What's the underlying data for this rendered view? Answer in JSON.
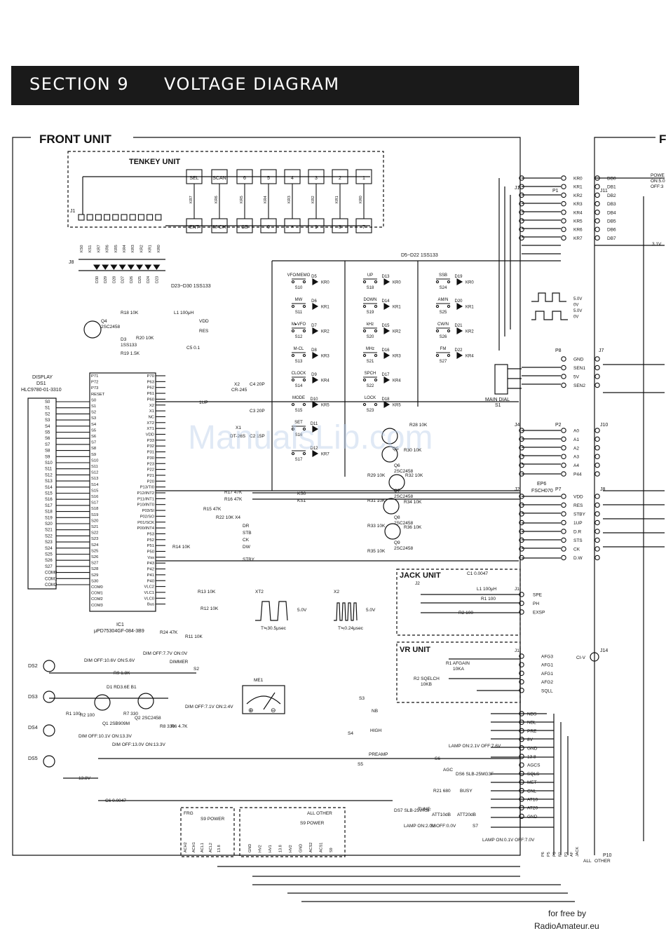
{
  "header": {
    "section": "SECTION 9",
    "title": "VOLTAGE DIAGRAM"
  },
  "units": {
    "front": "FRONT UNIT",
    "right_partial": "F",
    "tenkey": "TENKEY UNIT",
    "jack": "JACK UNIT",
    "vr": "VR UNIT"
  },
  "tenkey_keys": {
    "top": [
      "SEL",
      "SCAN",
      "6",
      "5",
      "4",
      "3",
      "2",
      "1"
    ],
    "bottom": [
      "ENT",
      "M-CH",
      "CE",
      "0",
      "•",
      "9",
      "8",
      "7"
    ],
    "kr_top": [
      "KR7",
      "KR6",
      "KR5",
      "KR4",
      "KR3",
      "KR2",
      "KR1",
      "KR0"
    ]
  },
  "j1_labels": [
    "KS0",
    "KS1",
    "KR7",
    "KR6",
    "KR5",
    "KR4",
    "KR3",
    "KR2",
    "KR1",
    "KR0"
  ],
  "connectors": {
    "j1": "J1",
    "j8": "J8",
    "p1": "P1",
    "j11": "J11",
    "p8": "P8",
    "j7": "J7",
    "j4": "J4",
    "p2": "P2",
    "j10": "J10",
    "j2": "J2",
    "p7": "P7",
    "ep6": "EP6",
    "ep6_part": "FSCH070",
    "j14": "J14",
    "p10": "P10"
  },
  "p1_pins": [
    "KR0",
    "KR1",
    "KR2",
    "KR3",
    "KR4",
    "KR5",
    "KR6",
    "KR7"
  ],
  "j11_pins": [
    "DB0",
    "DB1",
    "DB2",
    "DB3",
    "DB4",
    "DB5",
    "DB6",
    "DB7"
  ],
  "p8_pins": [
    "GND",
    "SEN1",
    "5V",
    "SEN2"
  ],
  "p2_pins": [
    "A0",
    "A1",
    "A2",
    "A3",
    "A4",
    "P44"
  ],
  "p7_pins": [
    "VDD",
    "RES",
    "STBY",
    "1UP",
    "D.R",
    "STS",
    "CK",
    "D.W"
  ],
  "diode_note_top": "D5~D22  1SS133",
  "diode_note_j8": "D23~D30  1SS133",
  "j8_diodes": [
    "D30",
    "D29",
    "D28",
    "D27",
    "D26",
    "D25",
    "D24",
    "D23"
  ],
  "switch_col1": [
    {
      "name": "VFO/MEMO",
      "sw": "S10",
      "d": "D5",
      "kr": "KR0"
    },
    {
      "name": "MW",
      "sw": "S11",
      "d": "D6",
      "kr": "KR1"
    },
    {
      "name": "M▸VFO",
      "sw": "S12",
      "d": "D7",
      "kr": "KR2"
    },
    {
      "name": "M-CL",
      "sw": "S13",
      "d": "D8",
      "kr": "KR3"
    },
    {
      "name": "CLOCK",
      "sw": "S14",
      "d": "D9",
      "kr": "KR4"
    },
    {
      "name": "MODE",
      "sw": "S15",
      "d": "D10",
      "kr": "KR5"
    },
    {
      "name": "SET",
      "sw": "S16",
      "d": "D11",
      "kr": ""
    },
    {
      "name": "",
      "sw": "S17",
      "d": "D12",
      "kr": "KR7"
    }
  ],
  "switch_col2": [
    {
      "name": "UP",
      "sw": "S18",
      "d": "D13",
      "kr": "KR0"
    },
    {
      "name": "DOWN",
      "sw": "S19",
      "d": "D14",
      "kr": "KR1"
    },
    {
      "name": "kHz",
      "sw": "S20",
      "d": "D15",
      "kr": "KR2"
    },
    {
      "name": "MHz",
      "sw": "S21",
      "d": "D16",
      "kr": "KR3"
    },
    {
      "name": "SPCH",
      "sw": "S22",
      "d": "D17",
      "kr": "KR4"
    },
    {
      "name": "LOCK",
      "sw": "S23",
      "d": "D18",
      "kr": "KR5"
    }
  ],
  "switch_col3": [
    {
      "name": "SSB",
      "sw": "S24",
      "d": "D19",
      "kr": "KR0"
    },
    {
      "name": "AM/N",
      "sw": "S25",
      "d": "D20",
      "kr": "KR1"
    },
    {
      "name": "CW/N",
      "sw": "S26",
      "d": "D21",
      "kr": "KR2"
    },
    {
      "name": "FM",
      "sw": "S27",
      "d": "D22",
      "kr": "KR4"
    }
  ],
  "main_dial": "MAIN DIAL",
  "main_dial_ref": "S1",
  "waveform_levels": [
    "5.0V",
    "0V",
    "5.0V",
    "0V"
  ],
  "display": {
    "title": "DISPLAY",
    "ref": "DS1",
    "part": "HLC9780-01-3310",
    "pins": [
      "S0",
      "S1",
      "S2",
      "S3",
      "S4",
      "S5",
      "S6",
      "S7",
      "S8",
      "S9",
      "S10",
      "S11",
      "S12",
      "S13",
      "S14",
      "S15",
      "S16",
      "S17",
      "S18",
      "S19",
      "S20",
      "S21",
      "S22",
      "S23",
      "S24",
      "S25",
      "S26",
      "S27",
      "COM0",
      "COM1",
      "COM2"
    ]
  },
  "ic1": {
    "ref": "IC1",
    "part": "μPD75304GF-084-3B9",
    "left_pins": [
      "P71",
      "P72",
      "P73",
      "RESET",
      "S0",
      "S1",
      "S2",
      "S3",
      "S4",
      "S5",
      "S6",
      "S7",
      "S8",
      "S9",
      "S10",
      "S11",
      "S12",
      "S13",
      "S14",
      "S15",
      "S16",
      "S17",
      "S18",
      "S19",
      "S20",
      "S21",
      "S22",
      "S23",
      "S24",
      "S25",
      "S26",
      "S27",
      "S28",
      "S29",
      "S30",
      "COM0",
      "COM1",
      "COM2",
      "COM3"
    ],
    "right_pins": [
      "P70",
      "P63",
      "P62",
      "P61",
      "P60",
      "X2",
      "X1",
      "NC",
      "XT2",
      "XT1",
      "VDD",
      "P33",
      "P32",
      "P31",
      "P30",
      "P23",
      "P22",
      "P21",
      "P20",
      "P13/TI0",
      "P12/INT2",
      "P11/INT1",
      "P10/INT0",
      "P03/SI",
      "P02/SO",
      "P01/SCK",
      "P00/INT4",
      "P53",
      "P52",
      "P51",
      "P50",
      "Vss",
      "P43",
      "P42",
      "P41",
      "P40",
      "VLC2",
      "VLC1",
      "VLC0",
      "Bus"
    ]
  },
  "parts": {
    "r18": "R18 10K",
    "l1": "L1 100μH",
    "vdd": "VDD",
    "res": "RES",
    "q4": "Q4",
    "q4_part": "2SC2458",
    "r20": "R20 10K",
    "d3": "D3",
    "d3_part": "1SS133",
    "r19": "R19 1.5K",
    "c5": "C5 0.1",
    "one_up": "1UP",
    "x2": "X2",
    "x2_part": "CR-245",
    "c4": "C4 20P",
    "c3": "C3 20P",
    "x1": "X1",
    "x1_part": "DT-26S",
    "c2": "C2 15P",
    "r17": "R17 47K",
    "r16": "R16 47K",
    "r15": "R15 47K",
    "r22": "R22 10K X4",
    "dr": "DR",
    "stb": "STB",
    "ck": "CK",
    "dw": "DW",
    "stby": "STBY",
    "r14": "R14 10K",
    "r13": "R13 10K",
    "r12": "R12 10K",
    "r24": "R24 47K",
    "r11": "R11 10K",
    "xt2": "XT2",
    "xt2_period": "T≒30.5μsec",
    "x2_period": "T≒0.24μsec",
    "wave_v": "5.0V",
    "r28": "R28 10K",
    "q5": "Q5",
    "r29": "R29 10K",
    "r30": "R30 10K",
    "q6": "Q6",
    "r31": "R31 10K",
    "r32": "R32 10K",
    "q7": "Q7",
    "r33": "R33 10K",
    "r34": "R34 10K",
    "q8": "Q8",
    "r35": "R35 10K",
    "r36": "R36 10K",
    "q9": "Q9",
    "q_part": "2SC2458",
    "ks0": "KS0",
    "ks1": "KS1"
  },
  "jack_unit": {
    "c1": "C1 0.0047",
    "l1": "L1 100μH",
    "r1": "R1 100",
    "r2": "R2 100",
    "pins": [
      "SPE",
      "PH",
      "EXSP"
    ]
  },
  "vr_unit": {
    "r1": "R1 AFGAIN",
    "r1_val": "10KA",
    "r2": "R2 SQELCH",
    "r2_val": "10KB",
    "pins": [
      "AFG3",
      "AFG1",
      "AFG1",
      "AFG2",
      "SQLL"
    ],
    "civ": "CI-V"
  },
  "dimmer": {
    "ds": [
      "DS2",
      "DS3",
      "DS4",
      "DS5"
    ],
    "dim1": "DIM OFF:10.6V ON:5.6V",
    "dim2": "DIM OFF:7.7V ON:0V",
    "dimmer": "DIMMER",
    "s2": "S2",
    "r9": "R9 1.8K",
    "d1": "D1 RD3.6E B1",
    "r1": "R1 100",
    "r2": "R2 100",
    "q1": "Q1 2SB909M",
    "r7": "R7 330",
    "q2": "Q2 2SC2458",
    "r8": "R8 330",
    "r6": "R6 4.7K",
    "dim3": "DIM OFF:7.1V ON:2.4V",
    "dim4": "DIM OFF:10.1V ON:13.3V",
    "dim5": "DIM OFF:13.0V ON:13.3V",
    "v138": "13.8V",
    "c6": "C6 0.0047"
  },
  "meter": {
    "ref": "ME1",
    "plus": "⊕",
    "minus": "⊖"
  },
  "lower_switches": {
    "s3": "S3",
    "nb": "NB",
    "s4": "S4",
    "high": "HIGH",
    "preamp": "PREAMP",
    "s5": "S5",
    "lamp1": "LAMP ON:2.1V OFF:7.6V",
    "s6": "S6",
    "agc": "AGC",
    "ds6": "DS6 SLB-25MG3F",
    "r21": "R21 680",
    "busy": "BUSY",
    "ds7": "DS7 SLB-25VR3F",
    "tune": "TUNE",
    "lamp2": "LAMP ON:2.0V OFF:0.0V",
    "s8": "S8",
    "att10": "ATT10dB",
    "att20": "ATT20dB",
    "s7": "S7",
    "lamp3": "LAMP ON:0.1V OFF:7.0V",
    "pins": [
      "NBS",
      "NBL",
      "PRE",
      "8V",
      "GND",
      "13.8",
      "AGCS",
      "SQLS",
      "MET",
      "CNL",
      "AT10",
      "AT20",
      "GND"
    ],
    "bottom_tags": [
      "P6",
      "P5",
      "P3",
      "P2",
      "P1",
      "AF",
      "JACK"
    ]
  },
  "power_boxes": {
    "frg": "FRG",
    "s9_power": "S9 POWER",
    "frg_pins": [
      "ACH2",
      "ACH1",
      "ACL1",
      "ACL2",
      "13.8"
    ],
    "all_other": "ALL OTHER",
    "s9_power2": "S9 POWER",
    "other_pins": [
      "GND",
      "HV2",
      "HV1",
      "13.8",
      "HV2",
      "GND",
      "ACS2",
      "ACS1",
      "S9"
    ],
    "p10_all": "ALL",
    "p10_other": "OTHER"
  },
  "right_edge": {
    "power": "POWE",
    "power_on": "ON:5.0",
    "power_off": "OFF:3",
    "v31": "3.1V"
  },
  "watermark": "ManualsLib.com",
  "footer": {
    "line1": "for free by",
    "line2": "RadioAmateur.eu"
  }
}
